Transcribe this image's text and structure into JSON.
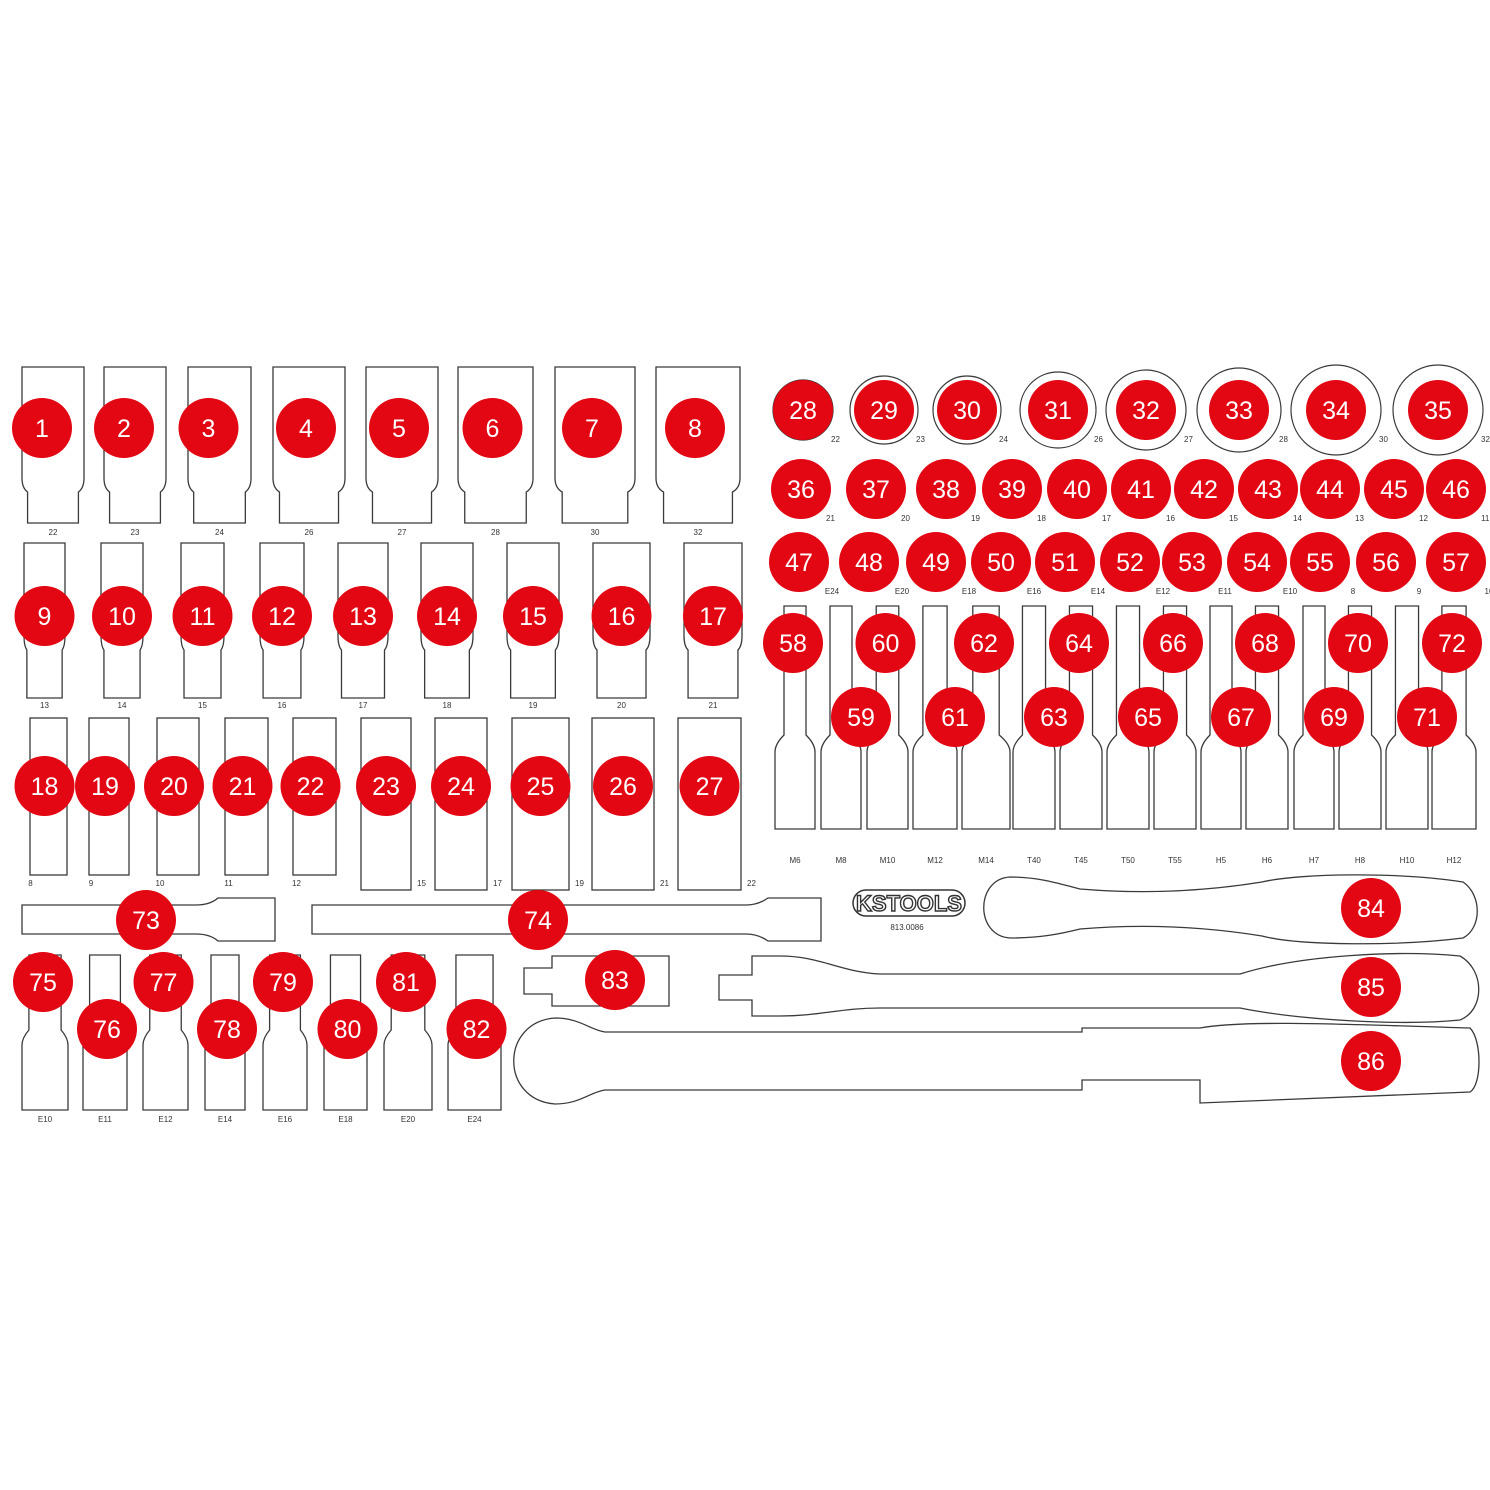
{
  "colors": {
    "badge": "#e30613",
    "badge_text": "#ffffff",
    "outline": "#3a3a3a",
    "background": "#ffffff"
  },
  "brand": {
    "logo_text": "KSTOOLS",
    "article_number": "813.0086"
  },
  "sockets_row1": [
    {
      "no": "1",
      "size": "22"
    },
    {
      "no": "2",
      "size": "23"
    },
    {
      "no": "3",
      "size": "24"
    },
    {
      "no": "4",
      "size": "26"
    },
    {
      "no": "5",
      "size": "27"
    },
    {
      "no": "6",
      "size": "28"
    },
    {
      "no": "7",
      "size": "30"
    },
    {
      "no": "8",
      "size": "32"
    }
  ],
  "sockets_row2": [
    {
      "no": "9",
      "size": "13"
    },
    {
      "no": "10",
      "size": "14"
    },
    {
      "no": "11",
      "size": "15"
    },
    {
      "no": "12",
      "size": "16"
    },
    {
      "no": "13",
      "size": "17"
    },
    {
      "no": "14",
      "size": "18"
    },
    {
      "no": "15",
      "size": "19"
    },
    {
      "no": "16",
      "size": "20"
    },
    {
      "no": "17",
      "size": "21"
    }
  ],
  "sockets_row3": [
    {
      "no": "18",
      "size": "8"
    },
    {
      "no": "19",
      "size": "9"
    },
    {
      "no": "20",
      "size": "10"
    },
    {
      "no": "21",
      "size": "11"
    },
    {
      "no": "22",
      "size": "12"
    },
    {
      "no": "23",
      "size": "15"
    },
    {
      "no": "24",
      "size": "17"
    },
    {
      "no": "25",
      "size": "19"
    },
    {
      "no": "26",
      "size": "21"
    },
    {
      "no": "27",
      "size": "22"
    }
  ],
  "round_sockets": [
    {
      "no": "28",
      "size": "22"
    },
    {
      "no": "29",
      "size": "23"
    },
    {
      "no": "30",
      "size": "24"
    },
    {
      "no": "31",
      "size": "26"
    },
    {
      "no": "32",
      "size": "27"
    },
    {
      "no": "33",
      "size": "28"
    },
    {
      "no": "34",
      "size": "30"
    },
    {
      "no": "35",
      "size": "32"
    }
  ],
  "small_sockets_row1": [
    {
      "no": "36",
      "size": "21"
    },
    {
      "no": "37",
      "size": "20"
    },
    {
      "no": "38",
      "size": "19"
    },
    {
      "no": "39",
      "size": "18"
    },
    {
      "no": "40",
      "size": "17"
    },
    {
      "no": "41",
      "size": "16"
    },
    {
      "no": "42",
      "size": "15"
    },
    {
      "no": "43",
      "size": "14"
    },
    {
      "no": "44",
      "size": "13"
    },
    {
      "no": "45",
      "size": "12"
    },
    {
      "no": "46",
      "size": "11"
    }
  ],
  "small_sockets_row2": [
    {
      "no": "47",
      "size": "E24"
    },
    {
      "no": "48",
      "size": "E20"
    },
    {
      "no": "49",
      "size": "E18"
    },
    {
      "no": "50",
      "size": "E16"
    },
    {
      "no": "51",
      "size": "E14"
    },
    {
      "no": "52",
      "size": "E12"
    },
    {
      "no": "53",
      "size": "E11"
    },
    {
      "no": "54",
      "size": "E10"
    },
    {
      "no": "55",
      "size": "8"
    },
    {
      "no": "56",
      "size": "9"
    },
    {
      "no": "57",
      "size": "10"
    }
  ],
  "bit_sockets": [
    {
      "no": "58",
      "size": "M6"
    },
    {
      "no": "59",
      "size": "M8"
    },
    {
      "no": "60",
      "size": "M10"
    },
    {
      "no": "61",
      "size": "M12"
    },
    {
      "no": "62",
      "size": "M14"
    },
    {
      "no": "63",
      "size": "T40"
    },
    {
      "no": "64",
      "size": "T45"
    },
    {
      "no": "65",
      "size": "T50"
    },
    {
      "no": "66",
      "size": "T55"
    },
    {
      "no": "67",
      "size": "H5"
    },
    {
      "no": "68",
      "size": "H6"
    },
    {
      "no": "69",
      "size": "H7"
    },
    {
      "no": "70",
      "size": "H8"
    },
    {
      "no": "71",
      "size": "H10"
    },
    {
      "no": "72",
      "size": "H12"
    }
  ],
  "extensions": [
    {
      "no": "73"
    },
    {
      "no": "74"
    }
  ],
  "e_sockets": [
    {
      "no": "75",
      "size": "E10"
    },
    {
      "no": "76",
      "size": "E11"
    },
    {
      "no": "77",
      "size": "E12"
    },
    {
      "no": "78",
      "size": "E14"
    },
    {
      "no": "79",
      "size": "E16"
    },
    {
      "no": "80",
      "size": "E18"
    },
    {
      "no": "81",
      "size": "E20"
    },
    {
      "no": "82",
      "size": "E24"
    }
  ],
  "adapter": {
    "no": "83"
  },
  "handles": [
    {
      "no": "84"
    },
    {
      "no": "85"
    },
    {
      "no": "86"
    }
  ]
}
